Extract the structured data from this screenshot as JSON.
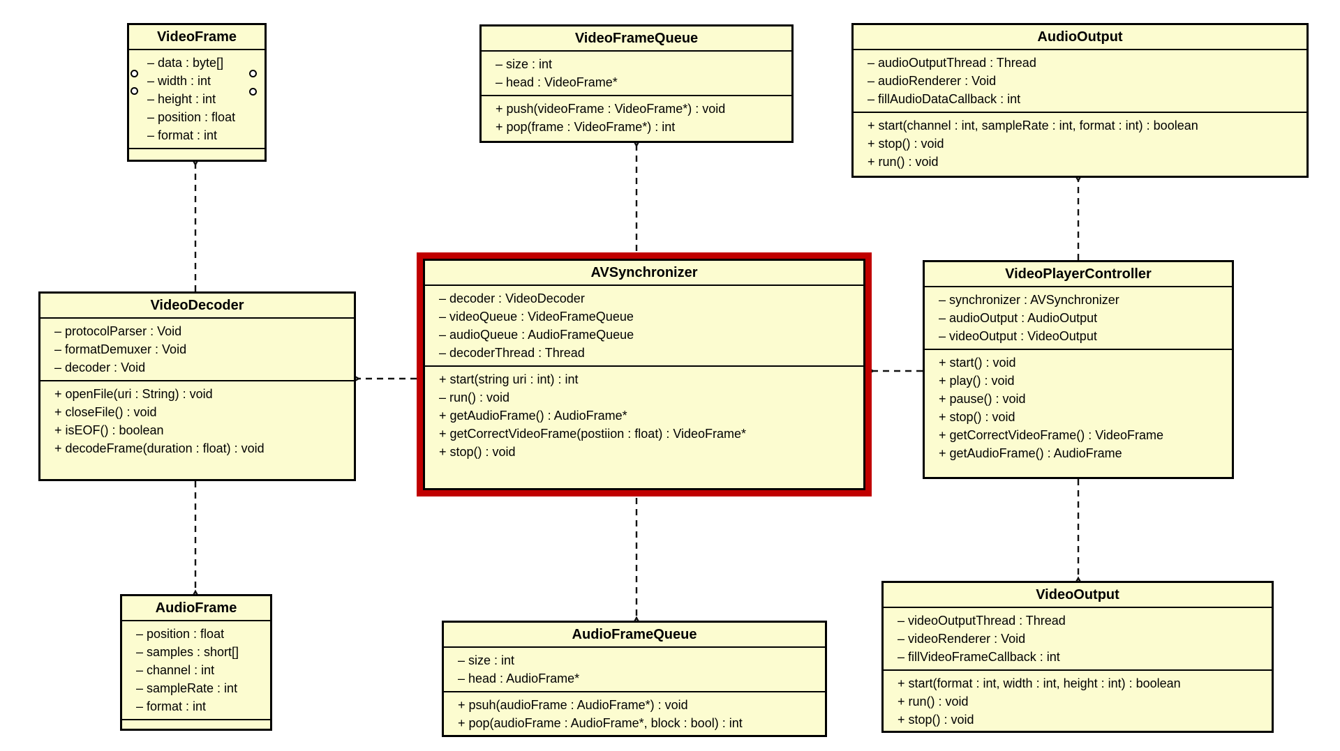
{
  "diagram": {
    "background_color": "#ffffff",
    "class_fill_color": "#fcfcd0",
    "class_border_color": "#000000",
    "highlight_border_color": "#c00000",
    "arrow_style": "dashed-open-arrowhead"
  },
  "classes": {
    "videoFrame": {
      "name": "VideoFrame",
      "attributes": [
        "– data : byte[]",
        "– width : int",
        "– height : int",
        "– position : float",
        "– format : int"
      ],
      "methods": []
    },
    "videoFrameQueue": {
      "name": "VideoFrameQueue",
      "attributes": [
        "– size : int",
        "– head : VideoFrame*"
      ],
      "methods": [
        "+ push(videoFrame : VideoFrame*) : void",
        "+ pop(frame : VideoFrame*) : int"
      ]
    },
    "audioOutput": {
      "name": "AudioOutput",
      "attributes": [
        "– audioOutputThread : Thread",
        "– audioRenderer : Void",
        "– fillAudioDataCallback : int"
      ],
      "methods": [
        "+ start(channel : int, sampleRate : int, format : int) : boolean",
        "+ stop() : void",
        "+ run() : void"
      ]
    },
    "videoDecoder": {
      "name": "VideoDecoder",
      "attributes": [
        "– protocolParser : Void",
        "– formatDemuxer : Void",
        "– decoder : Void"
      ],
      "methods": [
        "+ openFile(uri : String) : void",
        "+ closeFile() : void",
        "+ isEOF() : boolean",
        "+ decodeFrame(duration : float) : void"
      ]
    },
    "avSynchronizer": {
      "name": "AVSynchronizer",
      "attributes": [
        "– decoder : VideoDecoder",
        "– videoQueue : VideoFrameQueue",
        "– audioQueue : AudioFrameQueue",
        "– decoderThread : Thread"
      ],
      "methods": [
        "+ start(string uri : int) : int",
        "– run() : void",
        "+ getAudioFrame() : AudioFrame*",
        "+ getCorrectVideoFrame(postiion : float) : VideoFrame*",
        "+ stop() : void"
      ]
    },
    "videoPlayerController": {
      "name": "VideoPlayerController",
      "attributes": [
        "– synchronizer : AVSynchronizer",
        "– audioOutput : AudioOutput",
        "– videoOutput : VideoOutput"
      ],
      "methods": [
        "+ start() : void",
        "+ play() : void",
        "+ pause() : void",
        "+ stop() : void",
        "+ getCorrectVideoFrame() : VideoFrame",
        "+ getAudioFrame() : AudioFrame"
      ]
    },
    "audioFrame": {
      "name": "AudioFrame",
      "attributes": [
        "– position : float",
        "– samples : short[]",
        "– channel : int",
        "– sampleRate : int",
        "– format : int"
      ],
      "methods": []
    },
    "audioFrameQueue": {
      "name": "AudioFrameQueue",
      "attributes": [
        "– size : int",
        "– head : AudioFrame*"
      ],
      "methods": [
        "+ psuh(audioFrame : AudioFrame*) : void",
        "+ pop(audioFrame : AudioFrame*, block : bool) : int"
      ]
    },
    "videoOutput": {
      "name": "VideoOutput",
      "attributes": [
        "– videoOutputThread : Thread",
        "– videoRenderer : Void",
        "– fillVideoFrameCallback : int"
      ],
      "methods": [
        "+ start(format : int, width : int, height : int) : boolean",
        "+ run() : void",
        "+ stop() : void"
      ]
    }
  },
  "relations": [
    {
      "from": "VideoDecoder",
      "to": "VideoFrame",
      "type": "dashed-dependency"
    },
    {
      "from": "AVSynchronizer",
      "to": "VideoFrameQueue",
      "type": "dashed-dependency"
    },
    {
      "from": "VideoPlayerController",
      "to": "AudioOutput",
      "type": "dashed-dependency"
    },
    {
      "from": "AVSynchronizer",
      "to": "VideoDecoder",
      "type": "dashed-dependency"
    },
    {
      "from": "VideoPlayerController",
      "to": "AVSynchronizer",
      "type": "dashed-dependency"
    },
    {
      "from": "VideoDecoder",
      "to": "AudioFrame",
      "type": "dashed-dependency"
    },
    {
      "from": "AVSynchronizer",
      "to": "AudioFrameQueue",
      "type": "dashed-dependency"
    },
    {
      "from": "VideoPlayerController",
      "to": "VideoOutput",
      "type": "dashed-dependency"
    }
  ]
}
